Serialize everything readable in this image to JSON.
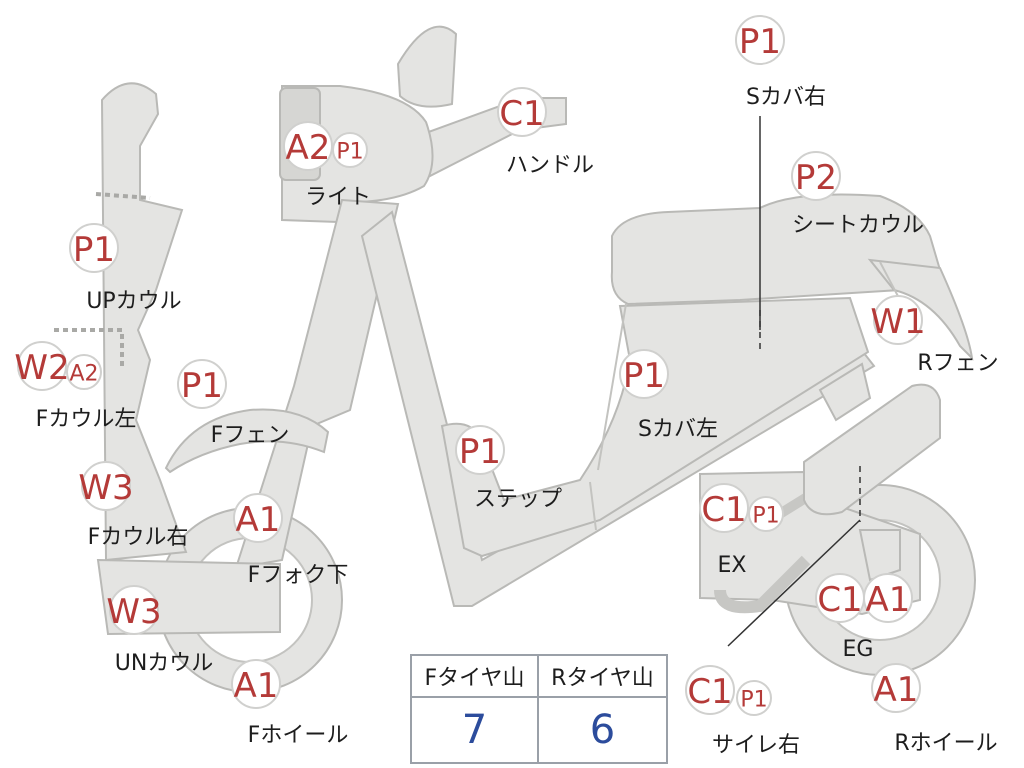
{
  "parts": [
    {
      "id": "light",
      "codes": [
        {
          "text": "A2",
          "size": "large"
        },
        {
          "text": "P1",
          "size": "small"
        }
      ],
      "label": "ライト"
    },
    {
      "id": "handle",
      "codes": [
        {
          "text": "C1",
          "size": "large"
        }
      ],
      "label": "ハンドル"
    },
    {
      "id": "s-cover-right",
      "codes": [
        {
          "text": "P1",
          "size": "large"
        }
      ],
      "label": "Sカバ右"
    },
    {
      "id": "seat-cowl",
      "codes": [
        {
          "text": "P2",
          "size": "large"
        }
      ],
      "label": "シートカウル"
    },
    {
      "id": "up-cowl",
      "codes": [
        {
          "text": "P1",
          "size": "large"
        }
      ],
      "label": "UPカウル"
    },
    {
      "id": "r-fender",
      "codes": [
        {
          "text": "W1",
          "size": "large"
        }
      ],
      "label": "Rフェン"
    },
    {
      "id": "f-cowl-left",
      "codes": [
        {
          "text": "W2",
          "size": "large"
        },
        {
          "text": "A2",
          "size": "small"
        }
      ],
      "label": "Fカウル左"
    },
    {
      "id": "f-fender",
      "codes": [
        {
          "text": "P1",
          "size": "large"
        }
      ],
      "label": "Fフェン"
    },
    {
      "id": "s-cover-left",
      "codes": [
        {
          "text": "P1",
          "size": "large"
        }
      ],
      "label": "Sカバ左"
    },
    {
      "id": "step",
      "codes": [
        {
          "text": "P1",
          "size": "large"
        }
      ],
      "label": "ステップ"
    },
    {
      "id": "f-cowl-right",
      "codes": [
        {
          "text": "W3",
          "size": "large"
        }
      ],
      "label": "Fカウル右"
    },
    {
      "id": "f-fork-lower",
      "codes": [
        {
          "text": "A1",
          "size": "large"
        }
      ],
      "label": "Fフォク下"
    },
    {
      "id": "ex",
      "codes": [
        {
          "text": "C1",
          "size": "large"
        },
        {
          "text": "P1",
          "size": "small"
        }
      ],
      "label": "EX"
    },
    {
      "id": "un-cowl",
      "codes": [
        {
          "text": "W3",
          "size": "large"
        }
      ],
      "label": "UNカウル"
    },
    {
      "id": "eg",
      "codes": [
        {
          "text": "C1",
          "size": "large"
        },
        {
          "text": "A1",
          "size": "large"
        }
      ],
      "label": "EG"
    },
    {
      "id": "f-wheel",
      "codes": [
        {
          "text": "A1",
          "size": "large"
        }
      ],
      "label": "Fホイール"
    },
    {
      "id": "silencer-right",
      "codes": [
        {
          "text": "C1",
          "size": "large"
        },
        {
          "text": "P1",
          "size": "small"
        }
      ],
      "label": "サイレ右"
    },
    {
      "id": "r-wheel",
      "codes": [
        {
          "text": "A1",
          "size": "large"
        }
      ],
      "label": "Rホイール"
    }
  ],
  "tire_table": {
    "headers": [
      "Fタイヤ山",
      "Rタイヤ山"
    ],
    "values": [
      "7",
      "6"
    ]
  },
  "colors": {
    "code": "#b43a38",
    "value": "#2c4c9c",
    "body": "#e4e4e2"
  }
}
